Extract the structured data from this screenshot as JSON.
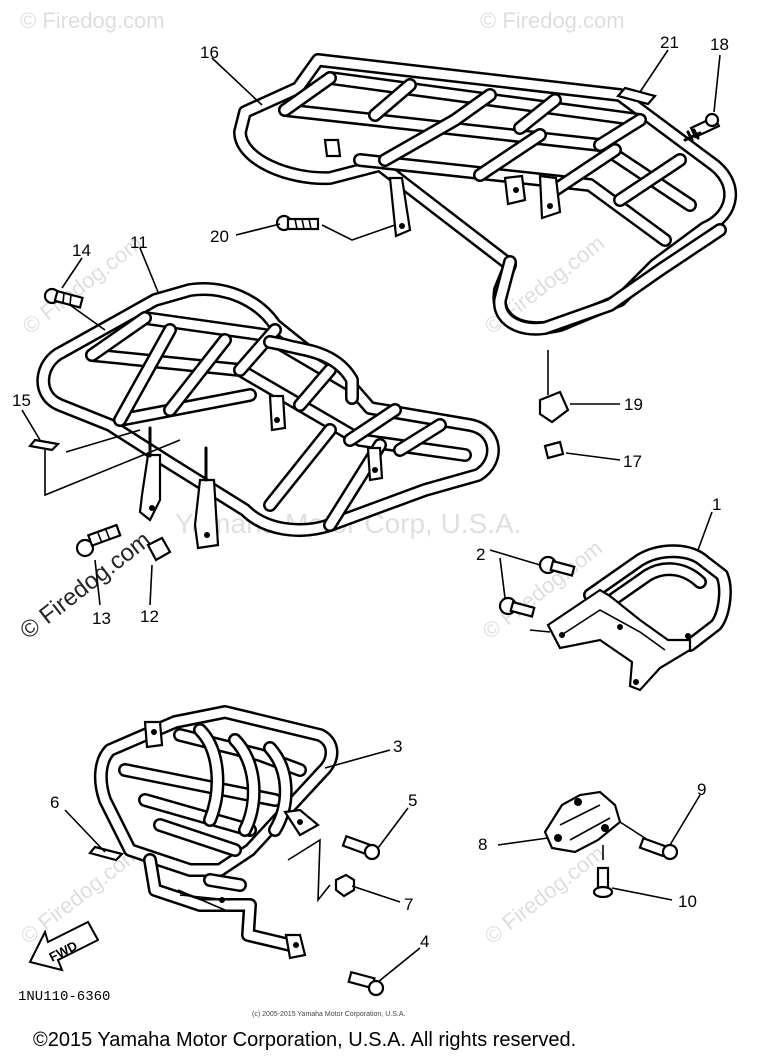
{
  "callouts": {
    "c1": "1",
    "c2": "2",
    "c3": "3",
    "c4": "4",
    "c5": "5",
    "c6": "6",
    "c7": "7",
    "c8": "8",
    "c9": "9",
    "c10": "10",
    "c11": "11",
    "c12": "12",
    "c13": "13",
    "c14": "14",
    "c15": "15",
    "c16": "16",
    "c17": "17",
    "c18": "18",
    "c19": "19",
    "c20": "20",
    "c21": "21"
  },
  "drawing_code": "1NU110-6360",
  "fwd_label": "FWD",
  "watermark_brand": "Yamaha Motor Corp, U.S.A.",
  "watermark_site": "© Firedog.com",
  "watermark_site_short": "© Firedog.com",
  "copyright_small": "(c) 2005-2015 Yamaha Motor Corporation, U.S.A.",
  "copyright_main": "©2015 Yamaha Motor Corporation, U.S.A. All rights reserved."
}
